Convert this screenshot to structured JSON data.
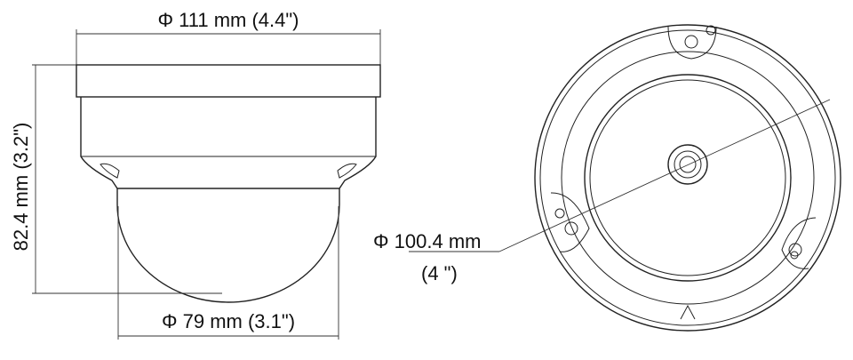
{
  "side_view": {
    "top_width_label": "Φ  111 mm (4.4\")",
    "height_label": "82.4 mm (3.2\")",
    "bottom_width_label": "Φ  79 mm (3.1\")"
  },
  "top_view": {
    "diameter_label_line1": "Φ  100.4 mm",
    "diameter_label_line2": "(4 \")"
  }
}
